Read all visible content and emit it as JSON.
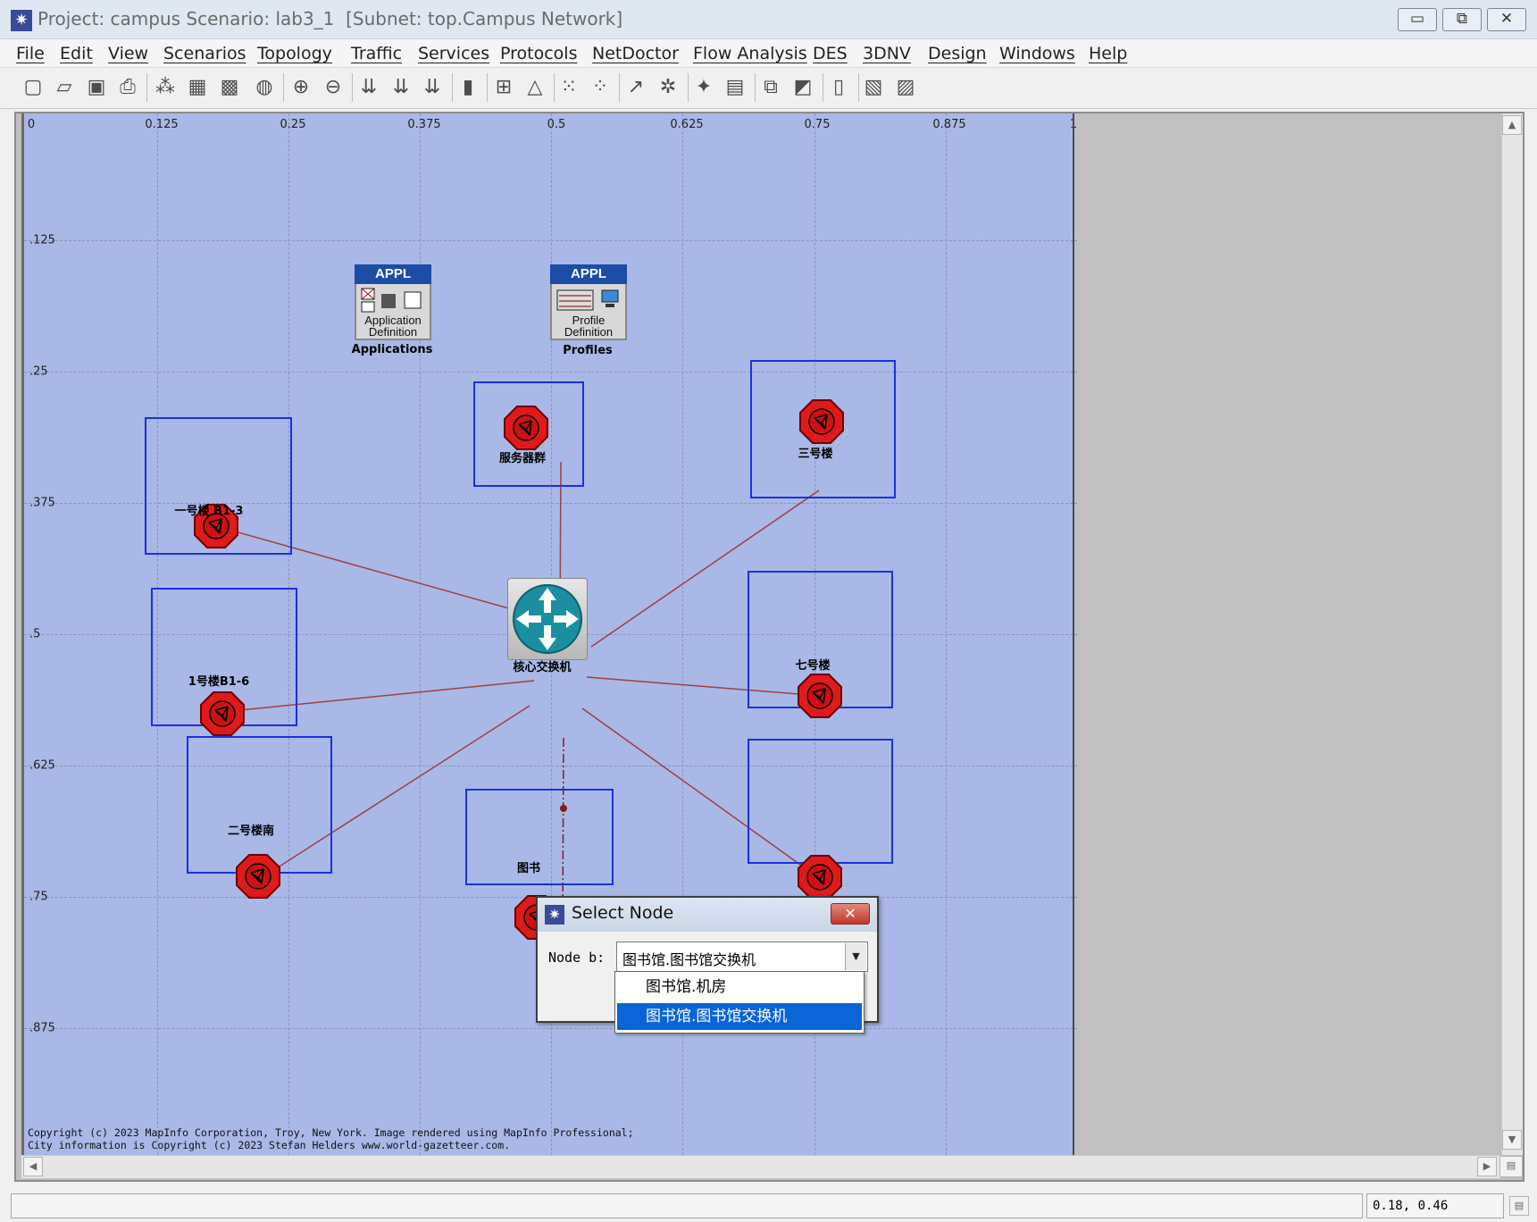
{
  "window": {
    "title": "Project: campus Scenario: lab3_1  [Subnet: top.Campus Network]",
    "minimize_glyph": "▭",
    "restore_glyph": "⧉",
    "close_glyph": "✕"
  },
  "menu": {
    "items": [
      "File",
      "Edit",
      "View",
      "Scenarios",
      "Topology",
      "Traffic",
      "Services",
      "Protocols",
      "NetDoctor",
      "Flow Analysis",
      "DES",
      "3DNV",
      "Design",
      "Windows",
      "Help"
    ]
  },
  "toolbar": {
    "icons": [
      "new-project-icon",
      "open-icon",
      "save-icon",
      "print-icon",
      "object-palette-icon",
      "check-links-icon",
      "fail-selected-icon",
      "recover-icon",
      "zoom-in-icon",
      "zoom-out-icon",
      "configure-ace-icon",
      "configure-dfg-icon",
      "configure-vne-icon",
      "import-icon",
      "ip-addressing-icon",
      "alert-icon",
      "layout-icon",
      "rearrange-icon",
      "pointer-icon",
      "topology-icon",
      "run-simulation-icon",
      "results-icon",
      "view-results-icon",
      "statistics-icon",
      "log-icon",
      "capture-icon",
      "ipv6-icon"
    ]
  },
  "map": {
    "background_color": "#a9b8e6",
    "x_ticks": [
      "0",
      "0.125",
      "0.25",
      "0.375",
      "0.5",
      "0.625",
      "0.75",
      "0.875",
      "1"
    ],
    "y_ticks": [
      ".125",
      ".25",
      ".375",
      ".5",
      ".625",
      ".75",
      ".875"
    ],
    "app_def": {
      "badge": "APPL",
      "line1": "Application",
      "line2": "Definition",
      "label": "Applications"
    },
    "profile_def": {
      "badge": "APPL",
      "line1": "Profile",
      "line2": "Definition",
      "label": "Profiles"
    },
    "core_switch_label": "核心交换机",
    "nodes": [
      {
        "label": "服务器群"
      },
      {
        "label": "三号楼"
      },
      {
        "label": "一号楼 B1-3"
      },
      {
        "label": "1号楼B1-6"
      },
      {
        "label": "七号楼"
      },
      {
        "label": "二号楼南"
      },
      {
        "label": "图书"
      }
    ],
    "copyright_line1": "Copyright (c) 2023 MapInfo Corporation, Troy, New York. Image rendered using MapInfo Professional;",
    "copyright_line2": "City information is Copyright (c) 2023 Stefan Helders www.world-gazetteer.com."
  },
  "dialog": {
    "title": "Select Node",
    "close_glyph": "✕",
    "field_label": "Node b:",
    "current_value": "图书馆.图书馆交换机",
    "options": [
      "图书馆.机房",
      "图书馆.图书馆交换机"
    ],
    "selected_option": "图书馆.图书馆交换机"
  },
  "statusbar": {
    "coords": "0.18, 0.46"
  },
  "colors": {
    "link": "#a04040",
    "subnet_border": "#1a2fe6",
    "router_fill": "#e01a1a",
    "selection": "#0a64d8"
  }
}
